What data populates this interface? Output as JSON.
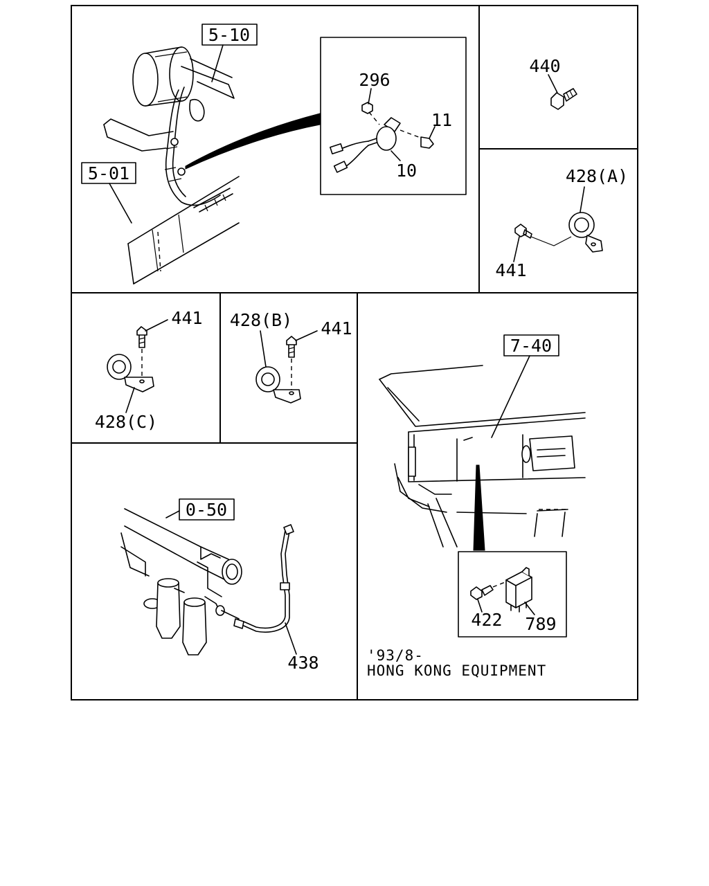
{
  "callouts": {
    "ref_5_10": "5-10",
    "ref_5_01": "5-01",
    "ref_0_50": "0-50",
    "ref_7_40": "7-40",
    "p296": "296",
    "p11": "11",
    "p10": "10",
    "p440": "440",
    "p428a": "428(A)",
    "p441_a": "441",
    "p441_b": "441",
    "p428b": "428(B)",
    "p441_c": "441",
    "p428c": "428(C)",
    "p438": "438",
    "p422": "422",
    "p789": "789"
  },
  "note": {
    "line1": "'93/8-",
    "line2": "HONG KONG EQUIPMENT"
  }
}
